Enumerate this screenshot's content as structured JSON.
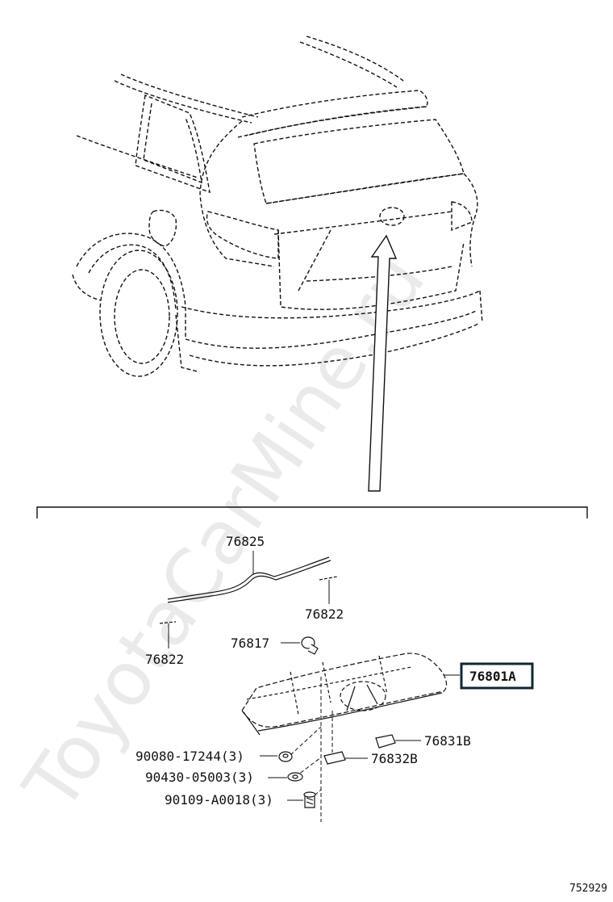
{
  "watermark": "ToyotaCarMine.ru",
  "figure_number": "752929",
  "parts": {
    "p76825": "76825",
    "p76822_right": "76822",
    "p76822_left": "76822",
    "p76817": "76817",
    "p76801A": "76801A",
    "p76831B": "76831B",
    "p76832B": "76832B",
    "p90080": "90080-17244(3)",
    "p90430": "90430-05003(3)",
    "p90109": "90109-A0018(3)"
  },
  "colors": {
    "line": "#111111",
    "highlight_box": "#0f2733",
    "watermark": "#d9d9d9"
  }
}
